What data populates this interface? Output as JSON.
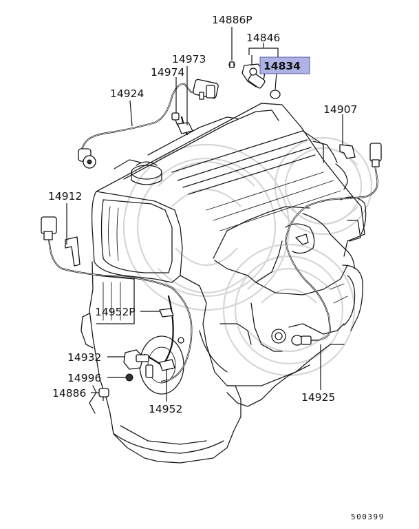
{
  "diagram": {
    "callouts": [
      {
        "id": "14886P-top",
        "text": "14886P"
      },
      {
        "id": "14846",
        "text": "14846"
      },
      {
        "id": "14834",
        "text": "14834"
      },
      {
        "id": "14973",
        "text": "14973"
      },
      {
        "id": "14974",
        "text": "14974"
      },
      {
        "id": "14924",
        "text": "14924"
      },
      {
        "id": "14907",
        "text": "14907"
      },
      {
        "id": "14912",
        "text": "14912"
      },
      {
        "id": "14952P",
        "text": "14952P"
      },
      {
        "id": "14932",
        "text": "14932"
      },
      {
        "id": "14996",
        "text": "14996"
      },
      {
        "id": "14886",
        "text": "14886"
      },
      {
        "id": "14952",
        "text": "14952"
      },
      {
        "id": "14925",
        "text": "14925"
      }
    ],
    "highlight": {
      "color": "#aeb2e4",
      "border": "#5a5fa8"
    },
    "figure_code": "500399"
  }
}
